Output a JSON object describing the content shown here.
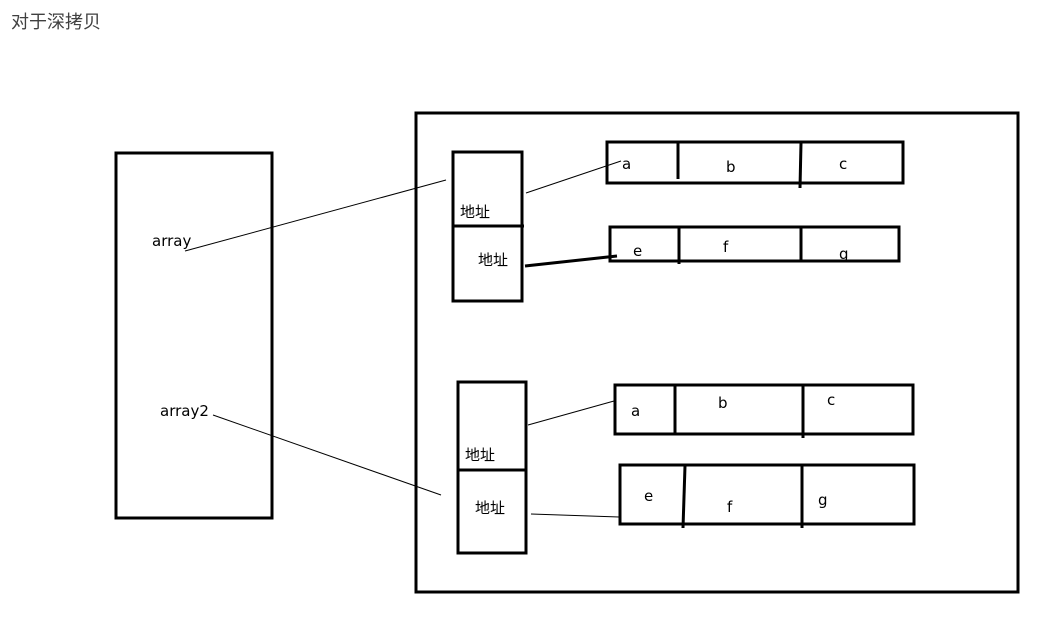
{
  "title": "对于深拷贝",
  "stack": {
    "vars": [
      "array",
      "array2"
    ]
  },
  "heap": {
    "pointer_label": "地址",
    "group1": {
      "row1": [
        "a",
        "b",
        "c"
      ],
      "row2": [
        "e",
        "f",
        "g"
      ]
    },
    "group2": {
      "row1": [
        "a",
        "b",
        "c"
      ],
      "row2": [
        "e",
        "f",
        "g"
      ]
    }
  }
}
